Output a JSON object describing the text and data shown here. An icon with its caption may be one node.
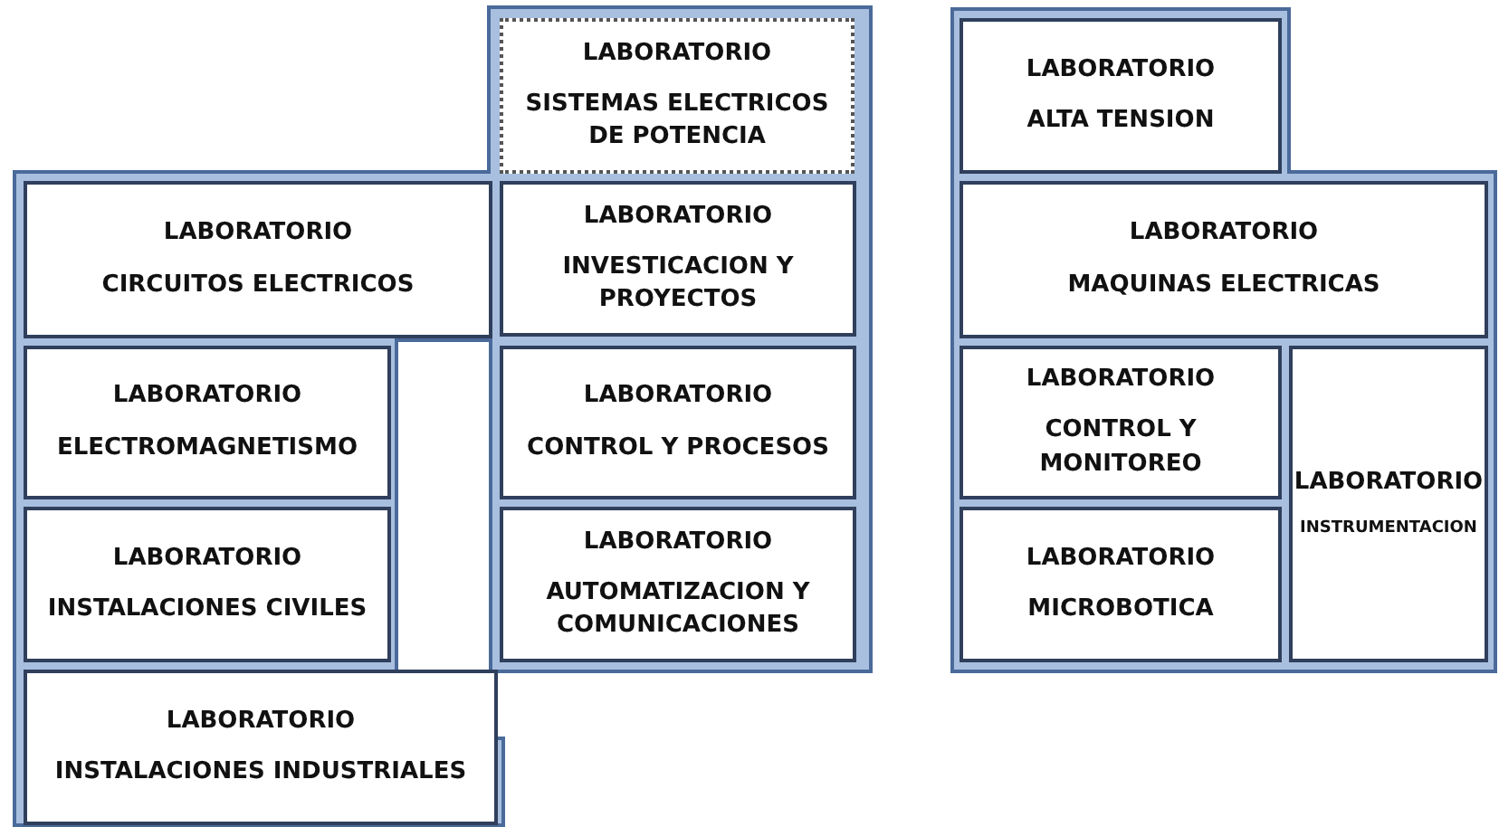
{
  "diagram": {
    "nodes": [
      {
        "text": [
          "LABORATORIO",
          "SISTEMAS ELECTRICOS DE POTENCIA"
        ]
      },
      {
        "text": [
          "LABORATORIO",
          "CIRCUITOS ELECTRICOS"
        ]
      },
      {
        "text": [
          "LABORATORIO",
          "INVESTICACION Y PROYECTOS"
        ]
      },
      {
        "text": [
          "LABORATORIO",
          "ELECTROMAGNETISMO"
        ]
      },
      {
        "text": [
          "LABORATORIO",
          "CONTROL Y PROCESOS"
        ]
      },
      {
        "text": [
          "LABORATORIO",
          "INSTALACIONES CIVILES"
        ]
      },
      {
        "text": [
          "LABORATORIO",
          "AUTOMATIZACION Y COMUNICACIONES"
        ]
      },
      {
        "text": [
          "LABORATORIO",
          "INSTALACIONES INDUSTRIALES"
        ]
      },
      {
        "text": [
          "LABORATORIO",
          "ALTA TENSION"
        ]
      },
      {
        "text": [
          "LABORATORIO",
          "MAQUINAS ELECTRICAS"
        ]
      },
      {
        "text": [
          "LABORATORIO",
          "CONTROL Y MONITOREO"
        ]
      },
      {
        "text": [
          "LABORATORIO",
          "MICROBOTICA"
        ]
      },
      {
        "text": [
          "LABORATORIO",
          "INSTRUMENTACION"
        ]
      }
    ]
  }
}
